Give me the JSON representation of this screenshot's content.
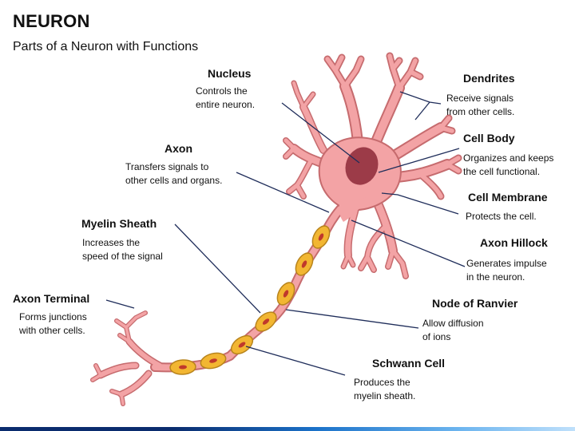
{
  "title": "NEURON",
  "subtitle": "Parts of a Neuron with Functions",
  "colors": {
    "cell": "#f3a3a5",
    "cell_outline": "#c66b6e",
    "nucleus": "#9c3b48",
    "myelin": "#f2b632",
    "myelin_outline": "#b8841c",
    "myelin_core": "#c0392b",
    "leader": "#1f2d5a",
    "accent_bar": "#0a2c6e"
  },
  "parts": {
    "nucleus": {
      "name": "Nucleus",
      "line1": "Controls the",
      "line2": "entire neuron."
    },
    "axon": {
      "name": "Axon",
      "line1": "Transfers signals to",
      "line2": "other cells and organs."
    },
    "myelin_sheath": {
      "name": "Myelin Sheath",
      "line1": "Increases the",
      "line2": "speed of the signal"
    },
    "axon_terminal": {
      "name": "Axon Terminal",
      "line1": "Forms junctions",
      "line2": "with other cells."
    },
    "dendrites": {
      "name": "Dendrites",
      "line1": "Receive signals",
      "line2": "from other cells."
    },
    "cell_body": {
      "name": "Cell Body",
      "line1": "Organizes and keeps",
      "line2": "the cell functional."
    },
    "cell_membrane": {
      "name": "Cell Membrane",
      "line1": "Protects the cell."
    },
    "axon_hillock": {
      "name": "Axon Hillock",
      "line1": "Generates impulse",
      "line2": "in the neuron."
    },
    "node_of_ranvier": {
      "name": "Node of Ranvier",
      "line1": "Allow diffusion",
      "line2": "of ions"
    },
    "schwann_cell": {
      "name": "Schwann Cell",
      "line1": "Produces the",
      "line2": "myelin sheath."
    }
  }
}
